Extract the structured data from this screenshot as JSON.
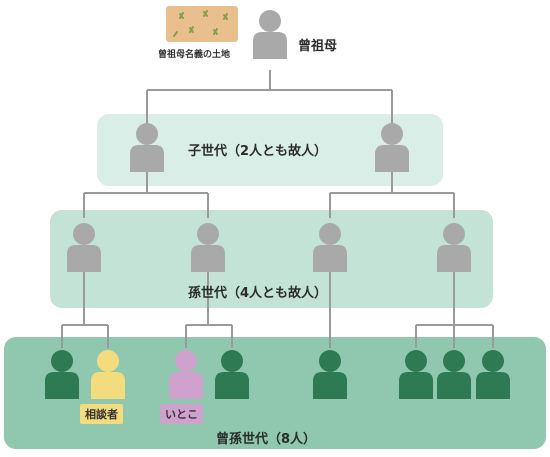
{
  "labels": {
    "great_grandmother": "曾祖母",
    "land": "曾祖母名義の土地",
    "children_gen": "子世代（2人とも故人）",
    "grandchildren_gen": "孫世代（4人とも故人）",
    "great_grandchildren_gen": "曾孫世代（8人）",
    "consultant": "相談者",
    "cousin": "いとこ"
  },
  "colors": {
    "deceased": "#a9a9a9",
    "living": "#2e7a52",
    "consultant": "#f3dc7e",
    "cousin": "#cfa2cd",
    "line": "#9a9a9a"
  }
}
